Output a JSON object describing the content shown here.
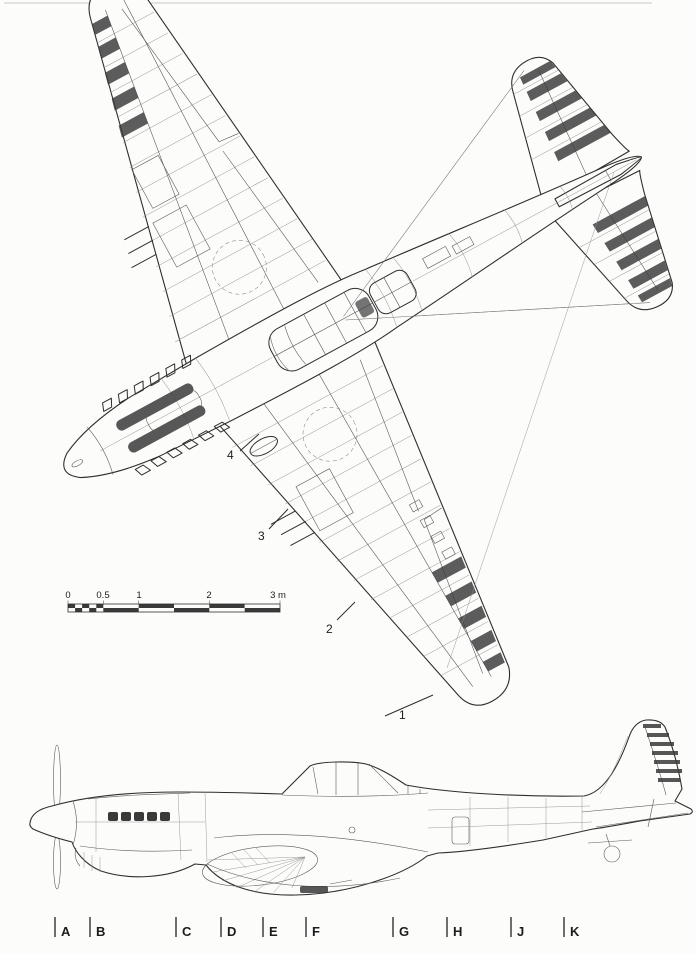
{
  "scale_bar": {
    "labels": [
      "0",
      "0.5",
      "1",
      "2",
      "3 m"
    ]
  },
  "callouts": {
    "labels": [
      "1",
      "2",
      "3",
      "4"
    ]
  },
  "stations": {
    "letters": [
      "A",
      "B",
      "C",
      "D",
      "E",
      "F",
      "G",
      "H",
      "J",
      "K"
    ]
  },
  "colors": {
    "background": "#fcfcfb",
    "ink": "#2e2e2e",
    "detail_line": "#5a5a5a"
  }
}
